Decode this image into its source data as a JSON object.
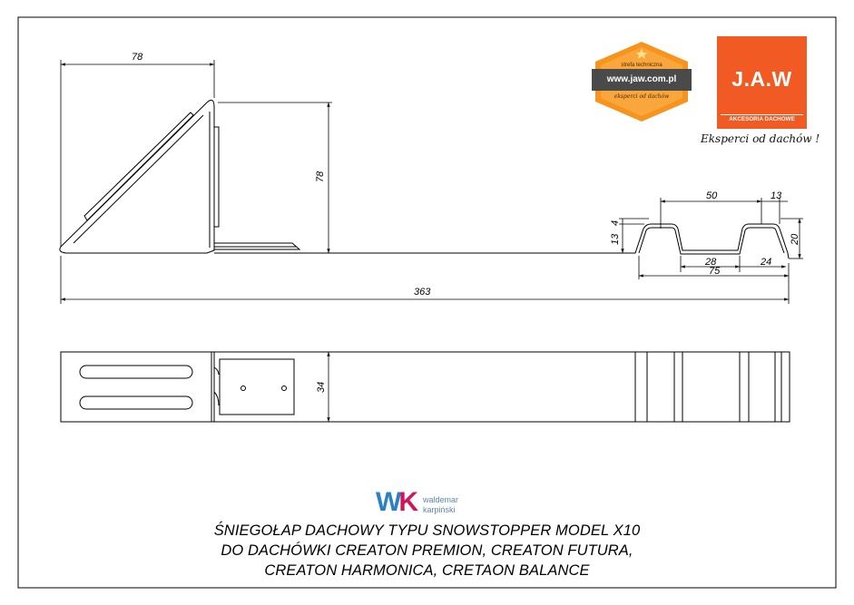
{
  "dimensions": {
    "bracket_width": "78",
    "bracket_height": "78",
    "total_length": "363",
    "plan_width": "34",
    "profile_pitch": "50",
    "profile_top": "13",
    "profile_lip": "4",
    "profile_depth": "13",
    "profile_height": "20",
    "profile_gap": "28",
    "profile_span": "75",
    "profile_side": "24"
  },
  "logos": {
    "zone_top_text": "strefa techniczna",
    "zone_url": "www.jaw.com.pl",
    "zone_bottom_text": "eksperci od dachów",
    "jaw_title": "J.A.W",
    "jaw_subtitle": "AKCESORIA DACHOWE",
    "jaw_tagline": "Eksperci od dachów !",
    "wk_w": "W",
    "wk_k": "K",
    "wk_name_first": "waldemar",
    "wk_name_last": "karpiński"
  },
  "caption": {
    "line1": "ŚNIEGOŁAP DACHOWY TYPU SNOWSTOPPER MODEL X10",
    "line2": "DO DACHÓWKI CREATON PREMION, CREATON FUTURA,",
    "line3": "CREATON HARMONICA, CRETAON BALANCE"
  },
  "colors": {
    "jaw_orange": "#f15a22",
    "zone_orange": "#f7941d",
    "wk_blue": "#2a82c4",
    "wk_pink": "#d4145a"
  }
}
